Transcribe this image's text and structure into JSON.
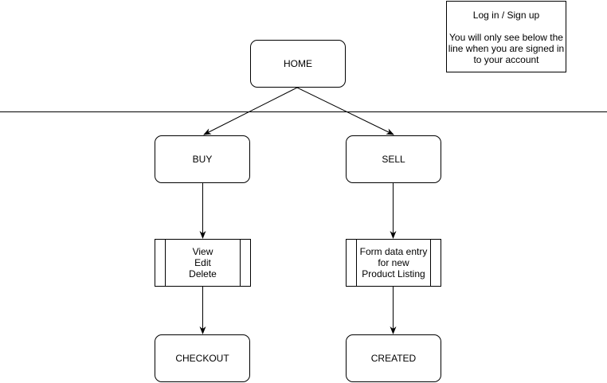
{
  "note": {
    "title": "Log in / Sign up",
    "body": "You will only see below the\nline when you are signed in\nto your account"
  },
  "nodes": {
    "home": "HOME",
    "buy": "BUY",
    "sell": "SELL",
    "buy_actions": "View\nEdit\nDelete",
    "sell_form": "Form data entry\nfor new\nProduct Listing",
    "checkout": "CHECKOUT",
    "created": "CREATED"
  },
  "colors": {
    "stroke": "#000000",
    "fill": "#ffffff"
  }
}
